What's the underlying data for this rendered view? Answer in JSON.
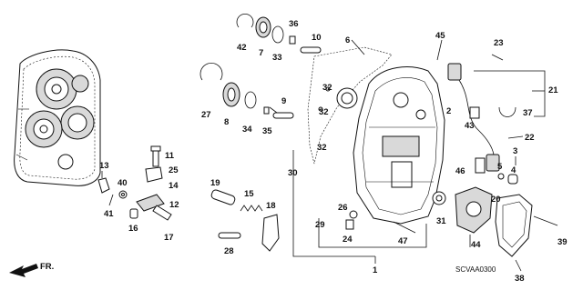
{
  "diagram": {
    "code": "SCVAA0300",
    "direction": "FR.",
    "callouts": [
      {
        "id": "c42",
        "text": "42"
      },
      {
        "id": "c7",
        "text": "7"
      },
      {
        "id": "c36",
        "text": "36"
      },
      {
        "id": "c10",
        "text": "10"
      },
      {
        "id": "c33",
        "text": "33"
      },
      {
        "id": "c6",
        "text": "6"
      },
      {
        "id": "c45",
        "text": "45"
      },
      {
        "id": "c23",
        "text": "23"
      },
      {
        "id": "c21",
        "text": "21"
      },
      {
        "id": "c27",
        "text": "27"
      },
      {
        "id": "c8",
        "text": "8"
      },
      {
        "id": "c34",
        "text": "34"
      },
      {
        "id": "c35",
        "text": "35"
      },
      {
        "id": "c9",
        "text": "9"
      },
      {
        "id": "c32a",
        "text": "32"
      },
      {
        "id": "c32b",
        "text": "32"
      },
      {
        "id": "c2",
        "text": "2"
      },
      {
        "id": "c43",
        "text": "43"
      },
      {
        "id": "c37",
        "text": "37"
      },
      {
        "id": "c22",
        "text": "22"
      },
      {
        "id": "c11",
        "text": "11"
      },
      {
        "id": "c13",
        "text": "13"
      },
      {
        "id": "c25",
        "text": "25"
      },
      {
        "id": "c40",
        "text": "40"
      },
      {
        "id": "c14",
        "text": "14"
      },
      {
        "id": "c41",
        "text": "41"
      },
      {
        "id": "c12",
        "text": "12"
      },
      {
        "id": "c16",
        "text": "16"
      },
      {
        "id": "c17",
        "text": "17"
      },
      {
        "id": "c30",
        "text": "30"
      },
      {
        "id": "c32c",
        "text": "32"
      },
      {
        "id": "c3",
        "text": "3"
      },
      {
        "id": "c5",
        "text": "5"
      },
      {
        "id": "c4",
        "text": "4"
      },
      {
        "id": "c46",
        "text": "46"
      },
      {
        "id": "c19",
        "text": "19"
      },
      {
        "id": "c15",
        "text": "15"
      },
      {
        "id": "c18",
        "text": "18"
      },
      {
        "id": "c28",
        "text": "28"
      },
      {
        "id": "c29",
        "text": "29"
      },
      {
        "id": "c26",
        "text": "26"
      },
      {
        "id": "c24",
        "text": "24"
      },
      {
        "id": "c31",
        "text": "31"
      },
      {
        "id": "c47",
        "text": "47"
      },
      {
        "id": "c20",
        "text": "20"
      },
      {
        "id": "c44",
        "text": "44"
      },
      {
        "id": "c39",
        "text": "39"
      },
      {
        "id": "c1",
        "text": "1"
      },
      {
        "id": "c38",
        "text": "38"
      }
    ]
  }
}
